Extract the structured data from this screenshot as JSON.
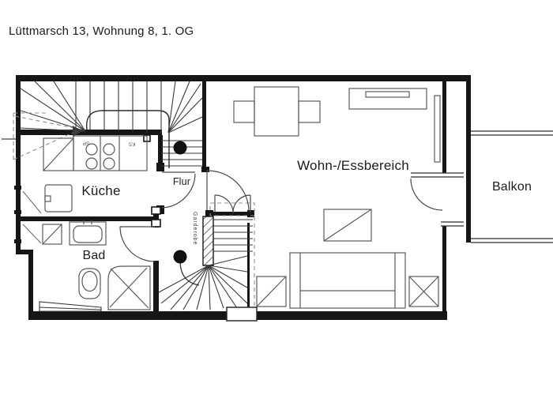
{
  "title": "Lüttmarsch 13, Wohnung 8, 1. OG",
  "rooms": {
    "kitchen": "Küche",
    "bathroom": "Bad",
    "hallway": "Flur",
    "wardrobe": "Garderobe",
    "living_dining": "Wohn-/Essbereich",
    "balcony": "Balkon"
  },
  "kitchen_appliances": {
    "sink": "SP",
    "fridge": "KS"
  },
  "colors": {
    "background": "#ffffff",
    "walls": "#161616",
    "furniture": "#5a5a5a",
    "doors": "#4a4a4a",
    "dashed": "#909090",
    "text": "#1c1c1c"
  }
}
